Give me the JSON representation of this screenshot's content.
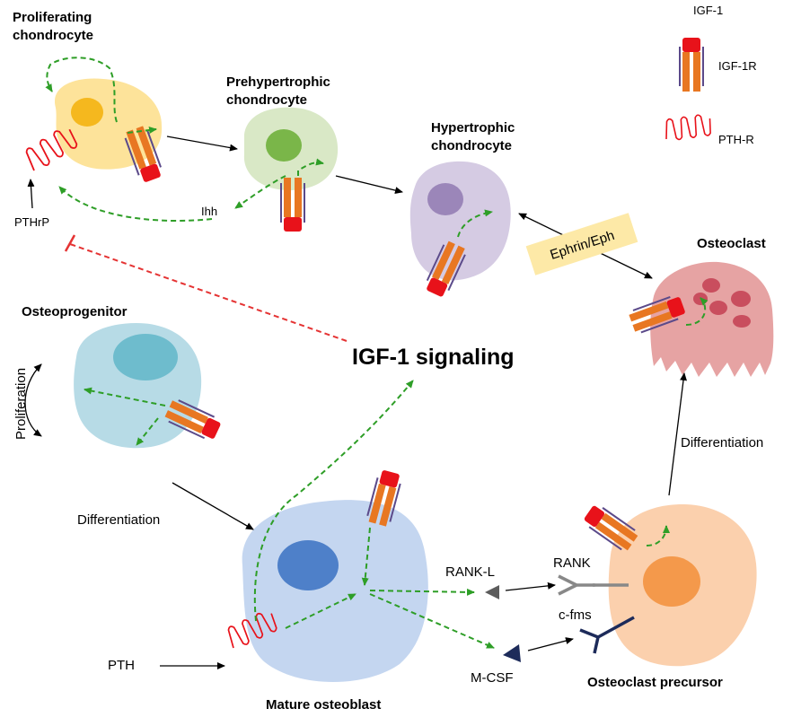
{
  "cells": {
    "proliferating_chondrocyte": [
      "Proliferating",
      "chondrocyte"
    ],
    "prehypertrophic_chondrocyte": [
      "Prehypertrophic",
      "chondrocyte"
    ],
    "hypertrophic_chondrocyte": [
      "Hypertrophic",
      "chondrocyte"
    ],
    "osteoclast": "Osteoclast",
    "osteoprogenitor": "Osteoprogenitor",
    "mature_osteoblast": "Mature osteoblast",
    "osteoclast_precursor": "Osteoclast precursor"
  },
  "legend": {
    "igf1": "IGF-1",
    "igf1r": "IGF-1R",
    "pthr": "PTH-R"
  },
  "labels": {
    "ihh": "Ihh",
    "pthrp": "PTHrP",
    "pth": "PTH",
    "rankl": "RANK-L",
    "rank": "RANK",
    "cfms": "c-fms",
    "mcsf": "M-CSF",
    "ephrin": "Ephrin/Eph",
    "center": "IGF-1 signaling",
    "proliferation": "Proliferation",
    "differentiation_left": "Differentiation",
    "differentiation_right": "Differentiation"
  },
  "colors": {
    "igf1": "#e8121a",
    "igf1r": "#e87722",
    "receptor_border": "#5b4a8a",
    "pthr": "#e8121a",
    "signal_arrow": "#2e9e27",
    "inhibition": "#e53333",
    "proliferating_cell": "#fde39a",
    "prehypertrophic_cell": "#d9e8c6",
    "hypertrophic_cell": "#d5cbe3",
    "osteoclast_cell": "#e6a3a3",
    "osteoprogenitor_cell": "#b7dbe6",
    "osteoblast_cell": "#c4d6f0",
    "osteoclast_precursor_cell": "#fbd0ad",
    "ephrin_box": "#fde9a7"
  }
}
